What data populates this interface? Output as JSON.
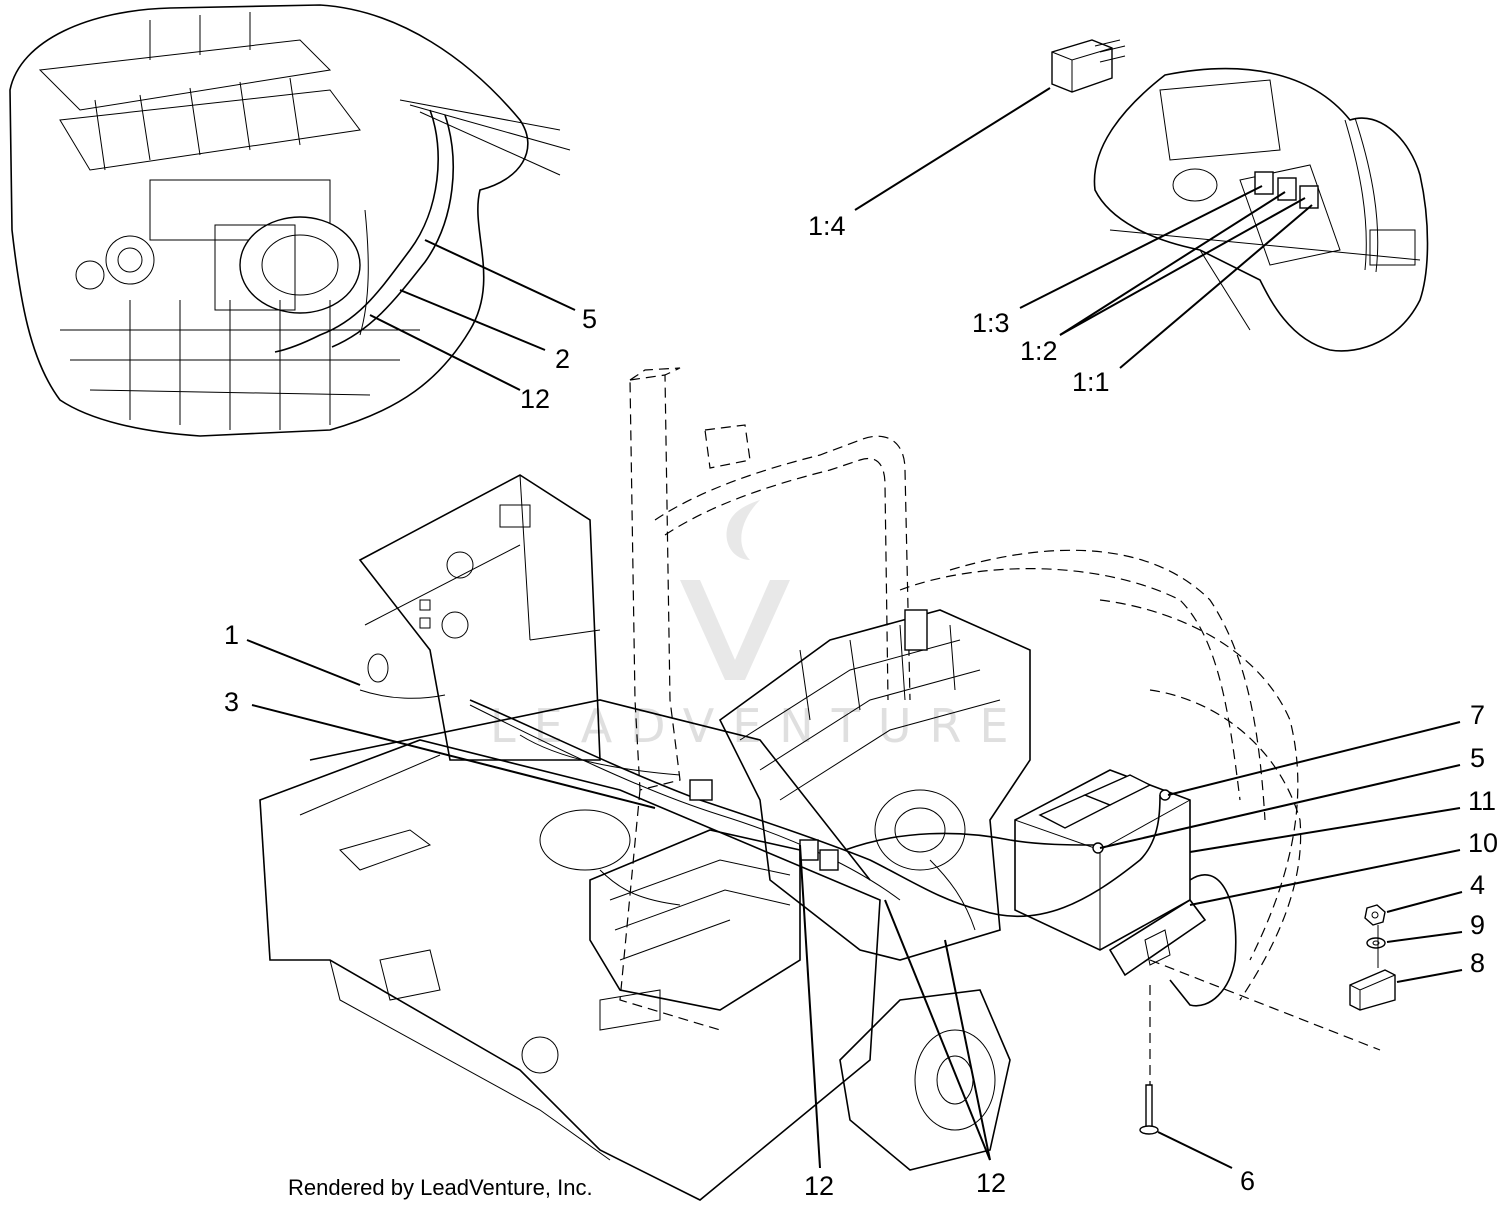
{
  "callouts": {
    "c1_4": "1:4",
    "c1_3": "1:3",
    "c1_2": "1:2",
    "c1_1": "1:1",
    "c5_top": "5",
    "c2": "2",
    "c12_top": "12",
    "c1": "1",
    "c3": "3",
    "c7": "7",
    "c5": "5",
    "c11": "11",
    "c10": "10",
    "c4": "4",
    "c9": "9",
    "c8": "8",
    "c6": "6",
    "c12_a": "12",
    "c12_b": "12"
  },
  "credit": "Rendered by LeadVenture, Inc.",
  "watermark": "LEADVENTURE"
}
